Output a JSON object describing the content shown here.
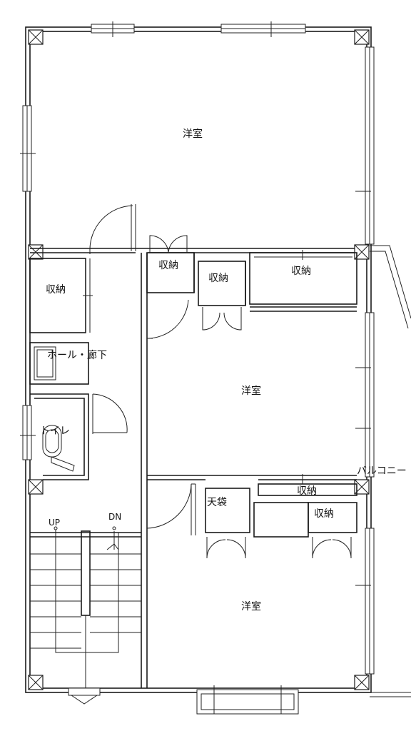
{
  "plan": {
    "rooms": {
      "western_room_top": "洋室",
      "storage_left": "収納",
      "storage_a": "収納",
      "storage_b": "収納",
      "storage_c": "収納",
      "hall_corridor": "ホール・廊下",
      "western_room_middle": "洋室",
      "toilet": "トイレ",
      "balcony": "バルコニー",
      "storage_d": "収納",
      "tenbukuro": "天袋",
      "storage_e": "収納",
      "western_room_bottom": "洋室"
    },
    "stairs": {
      "up_label": "UP",
      "down_label": "DN"
    }
  }
}
